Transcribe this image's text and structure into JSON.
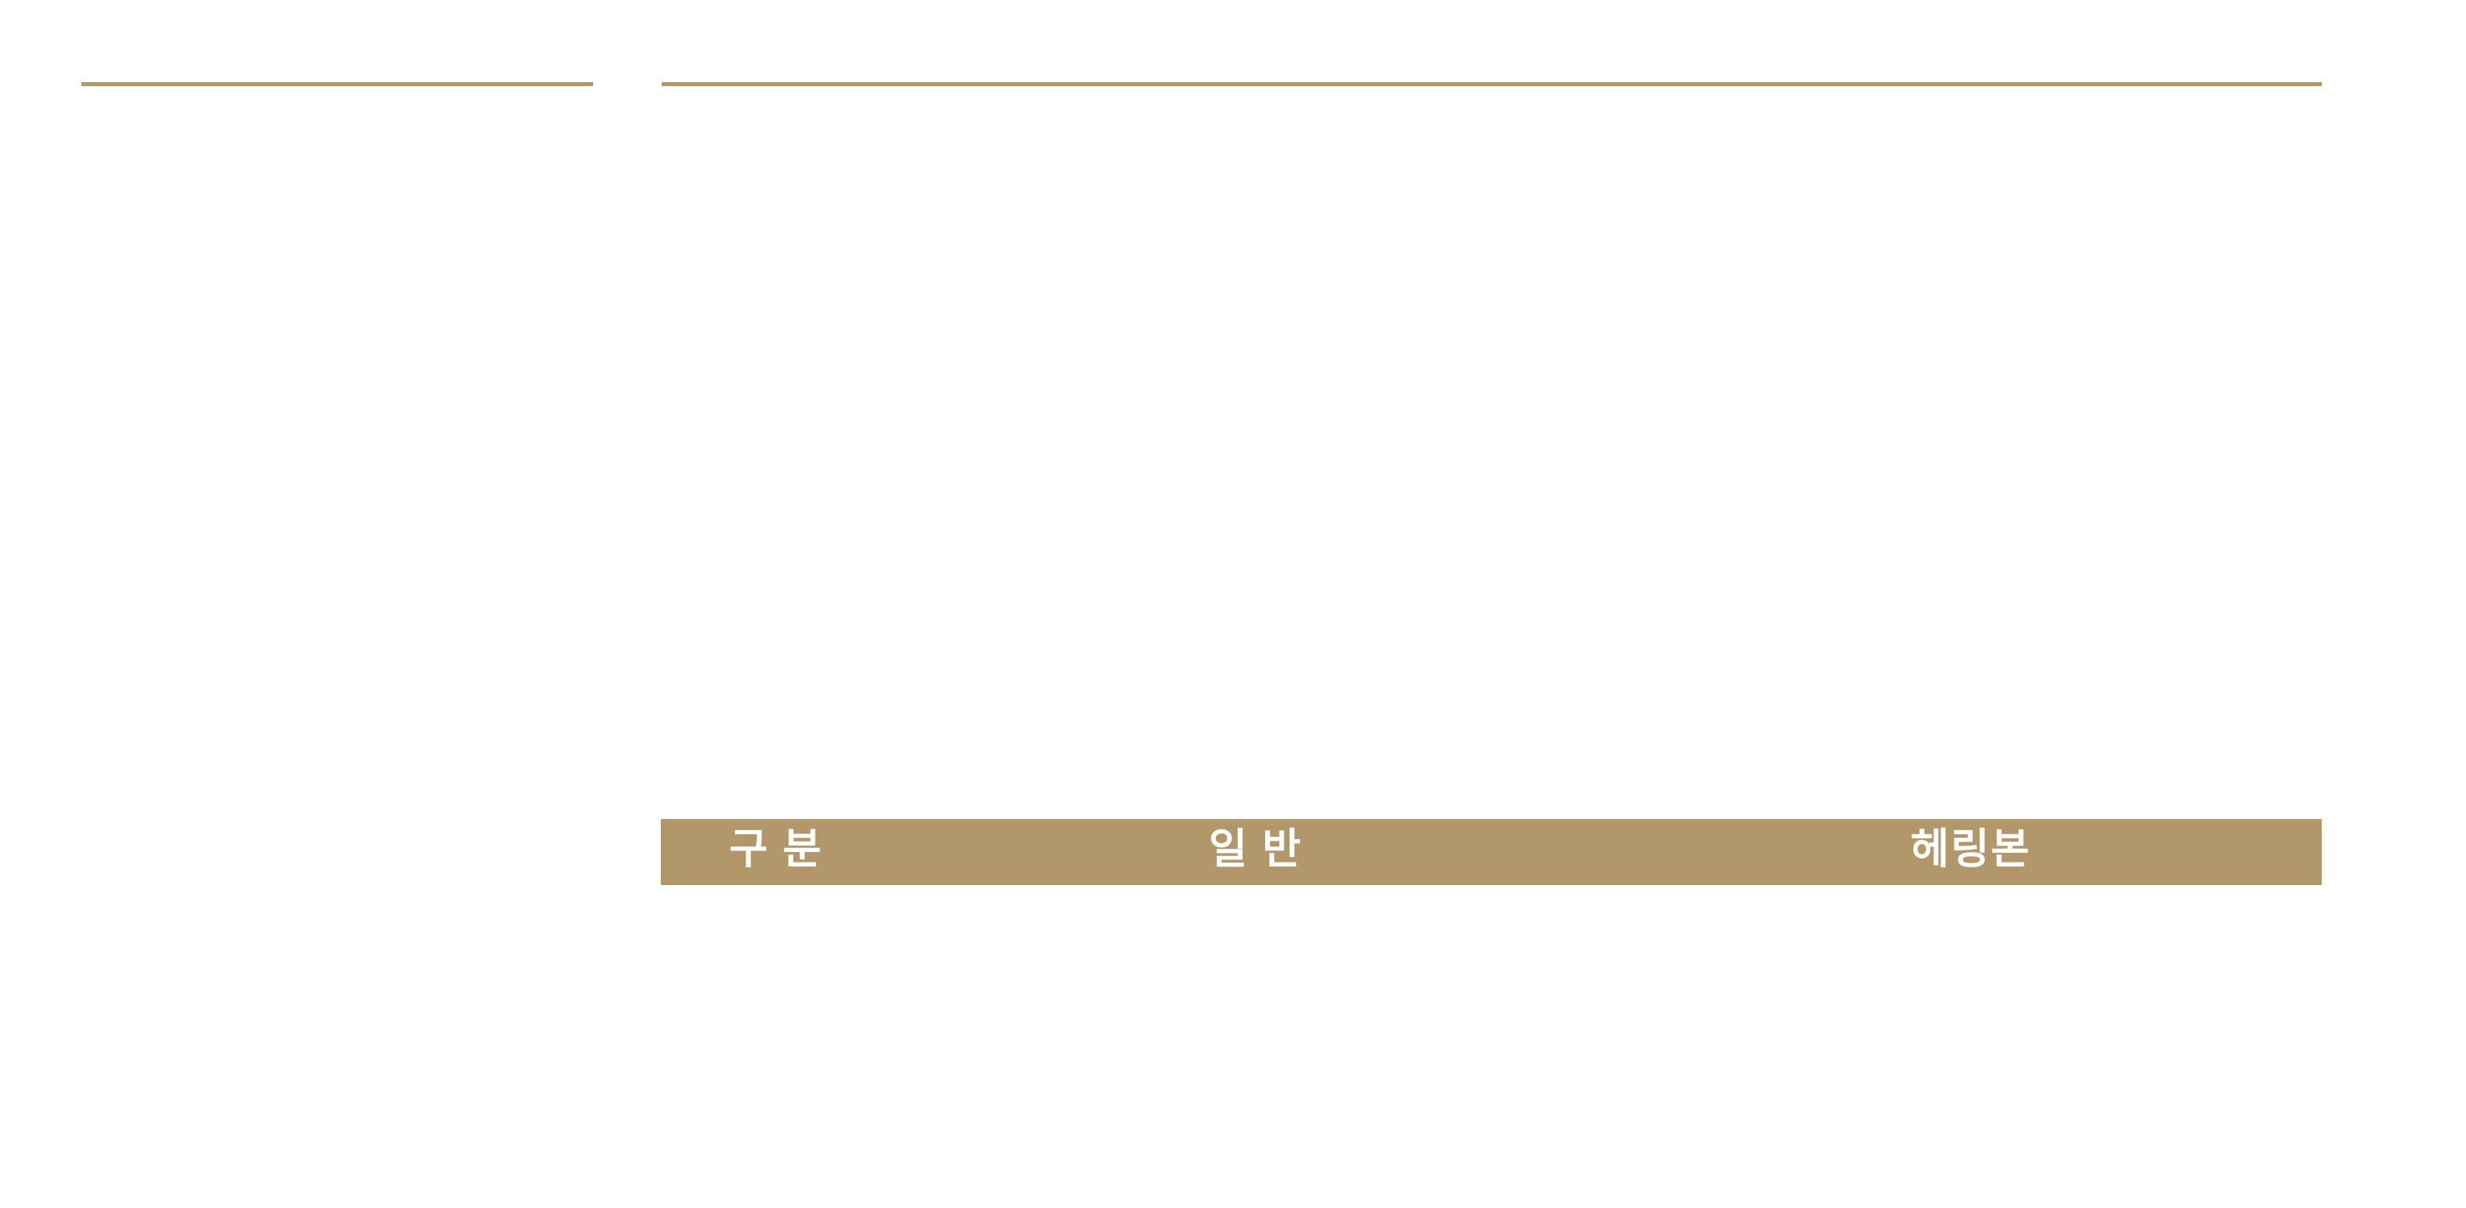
{
  "theme": {
    "background": "#FFFFFF",
    "rule_color": "#B19760",
    "header_bg": "#B2976A",
    "header_text": "#FFFFFF"
  },
  "table": {
    "headers": [
      {
        "label": "구 분"
      },
      {
        "label": "일 반"
      },
      {
        "label": "헤링본"
      }
    ]
  }
}
